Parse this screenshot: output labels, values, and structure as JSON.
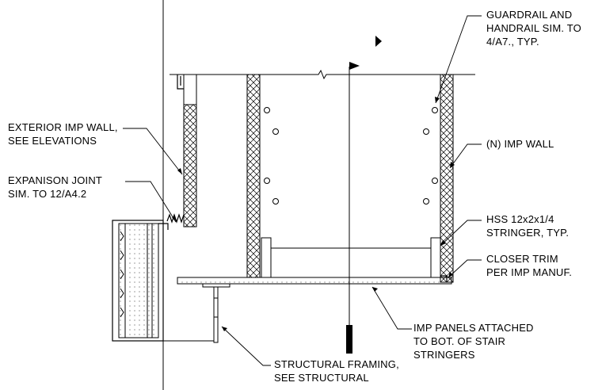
{
  "notes": {
    "guardrail": [
      "GUARDRAIL AND",
      "HANDRAIL SIM. TO",
      "4/A7., TYP."
    ],
    "exterior_wall": [
      "EXTERIOR IMP WALL,",
      "SEE ELEVATIONS"
    ],
    "expansion_joint": [
      "EXPANISON JOINT",
      "SIM. TO 12/A4.2"
    ],
    "n_imp_wall": [
      "(N) IMP WALL"
    ],
    "hss_stringer": [
      "HSS 12x2x1/4",
      "STRINGER, TYP."
    ],
    "closer_trim": [
      "CLOSER TRIM",
      "PER IMP MANUF."
    ],
    "imp_panels": [
      "IMP PANELS ATTACHED",
      "TO BOT. OF STAIR",
      "STRINGERS"
    ],
    "structural_framing": [
      "STRUCTURAL FRAMING,",
      "SEE STRUCTURAL"
    ]
  },
  "colors": {
    "line": "#000000",
    "background": "#ffffff",
    "hatch": "#000000"
  }
}
